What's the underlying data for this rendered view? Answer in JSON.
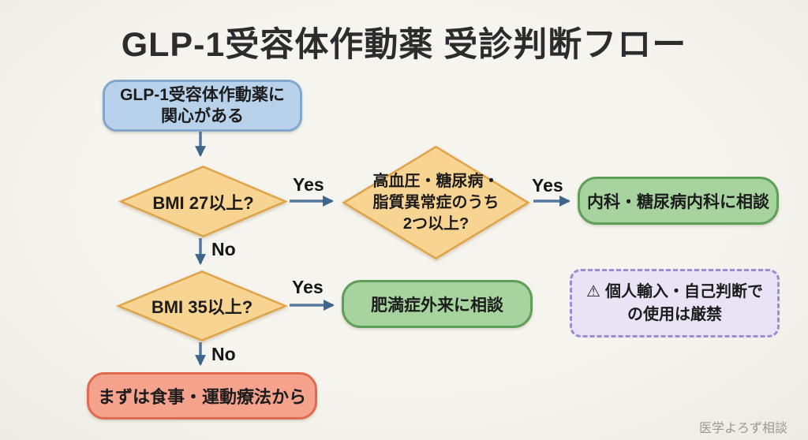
{
  "title": "GLP-1受容体作動薬 受診判断フロー",
  "watermark": "医学よろず相談",
  "labels": {
    "yes": "Yes",
    "no": "No"
  },
  "nodes": {
    "start": {
      "type": "start",
      "lines": [
        "GLP-1受容体作動薬に",
        "関心がある"
      ],
      "fill": "#b9d2eb",
      "border": "#83a6cc"
    },
    "decision_bmi27": {
      "type": "decision",
      "text": "BMI 27以上?",
      "fill": "#f8d492",
      "border": "#dfa348"
    },
    "decision_comorbidities": {
      "type": "decision",
      "lines": [
        "高血圧・糖尿病・",
        "脂質異常症のうち",
        "2つ以上?"
      ],
      "fill": "#f8d492",
      "border": "#dfa348"
    },
    "consult_internal_medicine": {
      "type": "result",
      "text": "内科・糖尿病内科に相談",
      "fill": "#a6d39e",
      "border": "#5f9f59"
    },
    "decision_bmi35": {
      "type": "decision",
      "text": "BMI 35以上?",
      "fill": "#f8d492",
      "border": "#dfa348"
    },
    "consult_obesity_clinic": {
      "type": "result",
      "text": "肥満症外来に相談",
      "fill": "#a6d39e",
      "border": "#5f9f59"
    },
    "lifestyle_first": {
      "type": "result",
      "text": "まずは食事・運動療法から",
      "fill": "#f5a38d",
      "border": "#e06a4f"
    },
    "warning": {
      "type": "note",
      "icon": "⚠",
      "lines": [
        "個人輸入・自己判断で",
        "の使用は厳禁"
      ],
      "fill": "#e8e4f6",
      "border": "#9a8dd1"
    }
  },
  "edges": [
    {
      "from": "start",
      "to": "decision_bmi27",
      "label": ""
    },
    {
      "from": "decision_bmi27",
      "to": "decision_comorbidities",
      "label": "Yes"
    },
    {
      "from": "decision_comorbidities",
      "to": "consult_internal_medicine",
      "label": "Yes"
    },
    {
      "from": "decision_bmi27",
      "to": "decision_bmi35",
      "label": "No"
    },
    {
      "from": "decision_bmi35",
      "to": "consult_obesity_clinic",
      "label": "Yes"
    },
    {
      "from": "decision_bmi35",
      "to": "lifestyle_first",
      "label": "No"
    }
  ],
  "colors": {
    "background": "#f4f2ec",
    "arrow": "#54779c",
    "text": "#1c1c1c",
    "title": "#2c2c2c",
    "watermark": "#9d988e"
  }
}
